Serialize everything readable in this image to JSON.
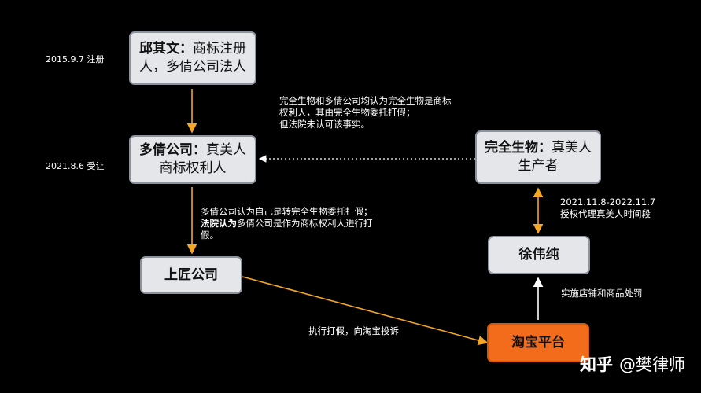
{
  "nodes": {
    "qiu": {
      "bold": "邱其文：",
      "rest": "商标注册人，多倩公司法人"
    },
    "duoqian": {
      "bold": "多倩公司：",
      "rest": "真美人商标权利人"
    },
    "shangjiang": {
      "bold": "上匠公司",
      "rest": ""
    },
    "wanquan": {
      "bold": "完全生物：",
      "rest": "真美人生产者"
    },
    "xu": {
      "bold": "徐伟纯",
      "rest": ""
    },
    "taobao": {
      "bold": "淘宝平台",
      "rest": ""
    }
  },
  "dates": {
    "registration": "2015.9.7 注册",
    "transfer": "2021.8.6 受让"
  },
  "notes": {
    "authorization_line1": "2021.11.8-2022.11.7",
    "authorization_line2": "授权代理真美人时间段",
    "shop_penalty": "实施店铺和商品处罚",
    "complaint": "执行打假，向淘宝投诉",
    "claim_line1": "完全生物和多倩公司均认为完全生物是商标权利人，其由完全生物委托打假；",
    "claim_line2": "但法院未认可该事实。",
    "duoqian_view": "多倩公司认为自己是转完全生物委托打假；",
    "court_bold": "法院认为",
    "court_rest": "多倩公司是作为商标权利人进行打假。"
  },
  "watermark": {
    "logo": "知乎",
    "author": "@樊律师"
  },
  "colors": {
    "arrow": "#f5a623",
    "node_fill": "#e4e6ea",
    "highlight": "#f26c1c"
  }
}
